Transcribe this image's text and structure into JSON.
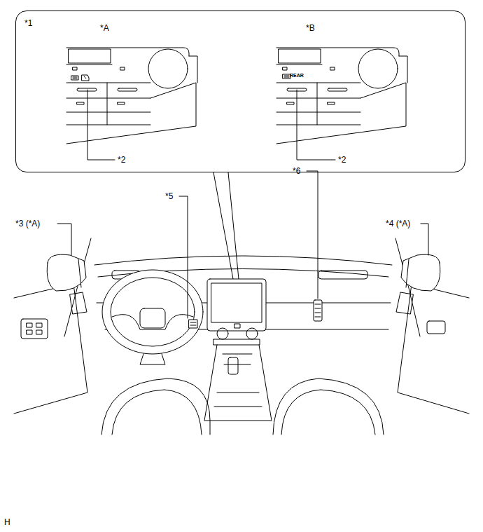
{
  "diagram": {
    "nodes": [
      {
        "text": [
          "*1"
        ]
      }
    ],
    "labels": [
      "*A",
      "*B",
      "REAR",
      "*2",
      "*2",
      "*3 (*A)",
      "*4 (*A)",
      "*5",
      "*6",
      "H"
    ]
  }
}
